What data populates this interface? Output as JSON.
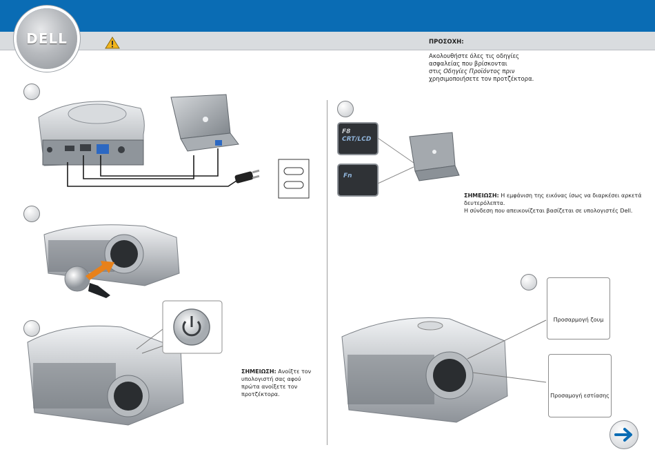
{
  "header": {
    "logo_text": "DELL"
  },
  "caution": {
    "title": "ΠΡΟΣΟΧΗ:",
    "line1": "Ακολουθήστε όλες τις οδηγίες",
    "line2": "ασφαλείας που βρίσκονται",
    "line3_pre": "στις ",
    "line3_italic": "Οδηγίες Προϊόντος",
    "line3_post": " πριν",
    "line4": "χρησιμοποιήσετε τον προτζέκτορα."
  },
  "keys": {
    "f8_top": "F8",
    "f8_bottom": "CRT/LCD",
    "fn": "Fn"
  },
  "note_step4": {
    "label": "ΣΗΜΕΙΩΣΗ:",
    "text1": " Η εμφάνιση της εικόνας ίσως να διαρκέσει αρκετά",
    "text2": "δευτερόλεπτα.",
    "text3": "Η σύνδεση που απεικονίζεται βασίζεται σε υπολογιστές Dell."
  },
  "note_step3": {
    "label": "ΣΗΜΕΙΩΣΗ:",
    "text1": " Ανοίξτε τον",
    "text2": "υπολογιστή σας αφού",
    "text3": "πρώτα ανοίξετε τον",
    "text4": "προτζέκτορα."
  },
  "captions": {
    "zoom": "Προσαρμογή ζουμ",
    "focus": "Προσαμογή εστίασης"
  },
  "colors": {
    "header_blue": "#0a6cb4",
    "subbar_gray": "#d9dcdf",
    "arrow_orange": "#e8811a"
  }
}
